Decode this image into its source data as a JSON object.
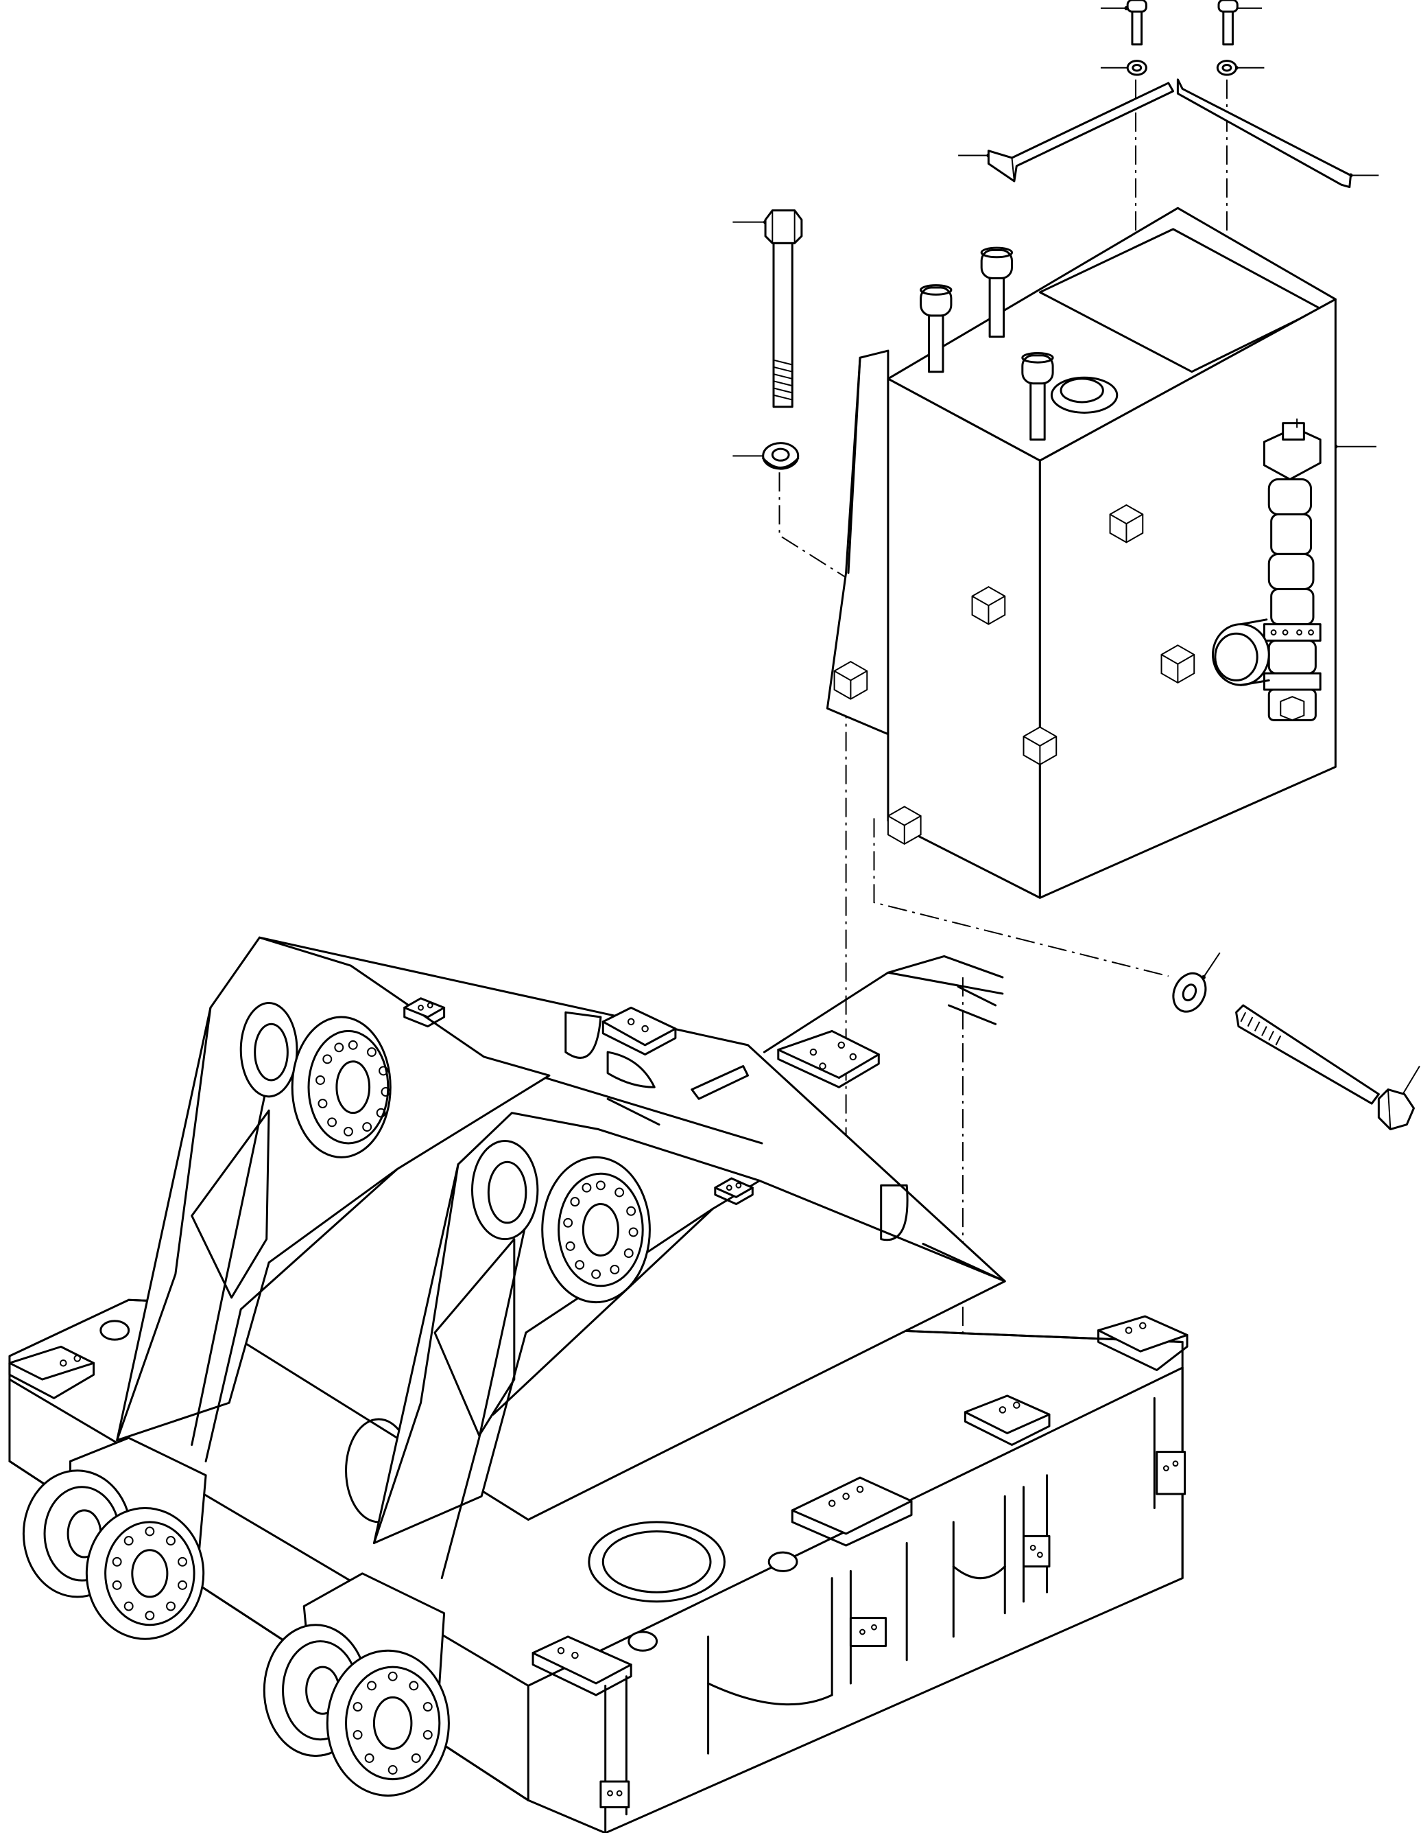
{
  "figure": {
    "kind": "exploded-parts-drawing",
    "line_color": "#000000",
    "background_color": "#ffffff"
  },
  "parts": [
    {
      "id": "cap-screw-left",
      "icon": "cap-screw-icon"
    },
    {
      "id": "cap-screw-right",
      "icon": "cap-screw-icon"
    },
    {
      "id": "washer-left",
      "icon": "washer-icon"
    },
    {
      "id": "washer-right",
      "icon": "washer-icon"
    },
    {
      "id": "retaining-strap",
      "icon": "strap-icon"
    },
    {
      "id": "long-bolt-top",
      "icon": "hex-bolt-icon"
    },
    {
      "id": "spacer-washer-top",
      "icon": "washer-icon"
    },
    {
      "id": "hydraulic-tank",
      "icon": "tank-icon"
    },
    {
      "id": "spacer-washer-side",
      "icon": "washer-icon"
    },
    {
      "id": "long-bolt-side",
      "icon": "hex-bolt-icon"
    },
    {
      "id": "main-frame",
      "icon": "frame-icon"
    }
  ]
}
